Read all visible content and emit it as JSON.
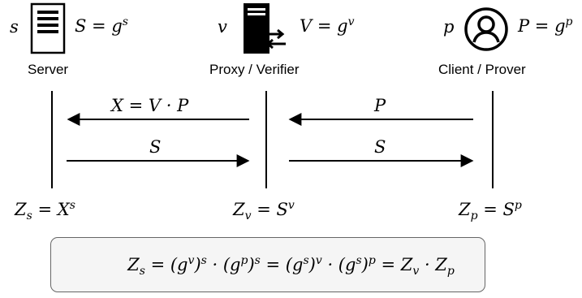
{
  "server": {
    "secret_var": "s",
    "public_label": "S = g",
    "public_exp": "s",
    "name": "Server",
    "final_key": "Z",
    "final_key_sub": "s",
    "final_key_rhs": " = X",
    "final_key_exp": "s",
    "icon": "server-icon"
  },
  "proxy": {
    "secret_var": "v",
    "public_label": "V = g",
    "public_exp": "v",
    "name": "Proxy / Verifier",
    "final_key": "Z",
    "final_key_sub": "v",
    "final_key_rhs": " = S",
    "final_key_exp": "v",
    "icon": "proxy-server-exchange-icon"
  },
  "client": {
    "secret_var": "p",
    "public_label": "P = g",
    "public_exp": "p",
    "name": "Client / Prover",
    "final_key": "Z",
    "final_key_sub": "p",
    "final_key_rhs": " = S",
    "final_key_exp": "p",
    "icon": "user-icon"
  },
  "messages": {
    "proxy_to_server": "X = V · P",
    "server_to_proxy": "S",
    "client_to_proxy": "P",
    "proxy_to_client": "S"
  },
  "equation": "Z_s = (g^v)^s · (g^p)^s = (g^s)^v · (g^s)^p = Z_v · Z_p"
}
